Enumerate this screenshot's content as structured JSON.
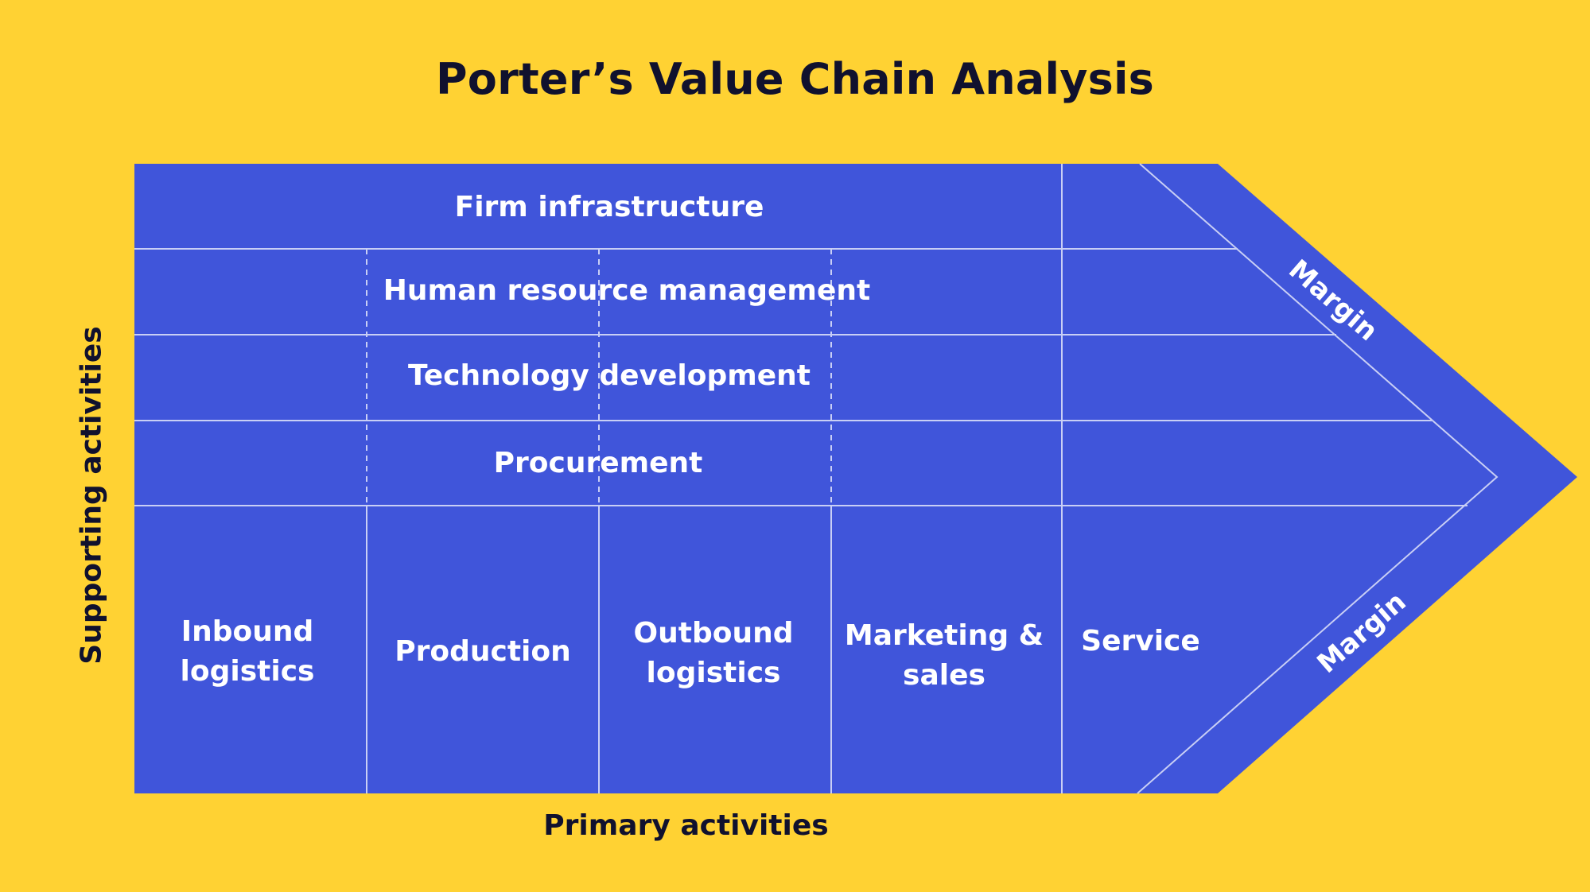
{
  "title": "Porter’s Value Chain Analysis",
  "axes": {
    "primary_label": "Primary activities",
    "supporting_label": "Supporting activities"
  },
  "supporting_activities": [
    "Firm infrastructure",
    "Human resource management",
    "Technology development",
    "Procurement"
  ],
  "primary_activities": [
    "Inbound logistics",
    "Production",
    "Outbound logistics",
    "Marketing & sales",
    "Service"
  ],
  "margin": {
    "top_label": "Margin",
    "bottom_label": "Margin"
  },
  "colors": {
    "background": "#FFD233",
    "diagram": "#4055DA",
    "lines": "#C9CFF5",
    "text_dark": "#10112E"
  }
}
